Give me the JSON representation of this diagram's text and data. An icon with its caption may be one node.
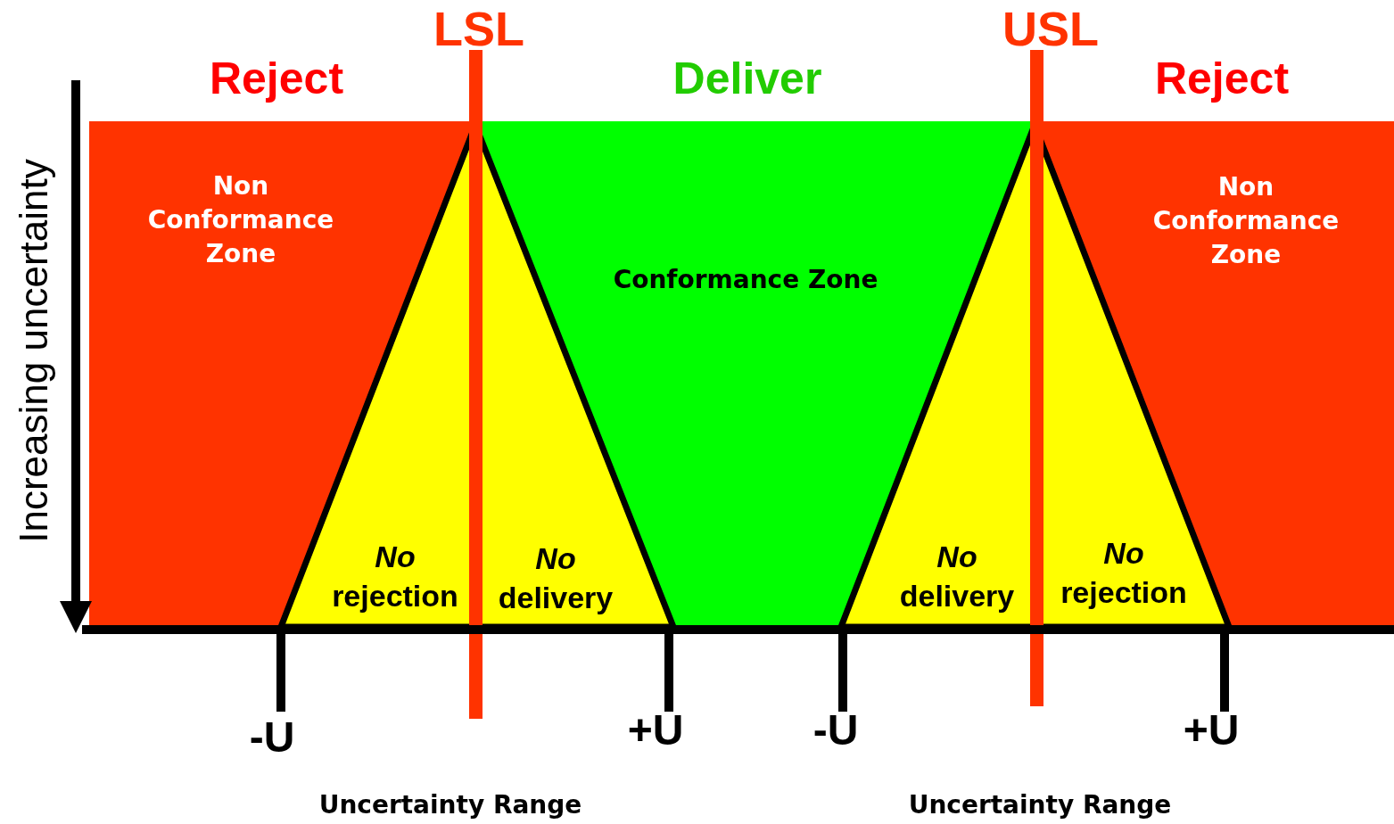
{
  "diagram": {
    "nodes": [
      {
        "text": [
          "Non Conformance Zone"
        ]
      },
      {
        "text": [
          "Conformance Zone"
        ]
      },
      {
        "text": [
          "Non Conformance Zone"
        ]
      },
      {
        "text": [
          "*No* rejection",
          "*No* delivery"
        ]
      },
      {
        "text": [
          "*No* delivery",
          "*No* rejection"
        ]
      }
    ],
    "labels": [
      "Reject",
      "LSL",
      "Deliver",
      "USL",
      "Reject",
      "Increasing uncertainty",
      "-U",
      "+U",
      "-U",
      "+U",
      "Uncertainty Range",
      "Uncertainty Range"
    ]
  }
}
